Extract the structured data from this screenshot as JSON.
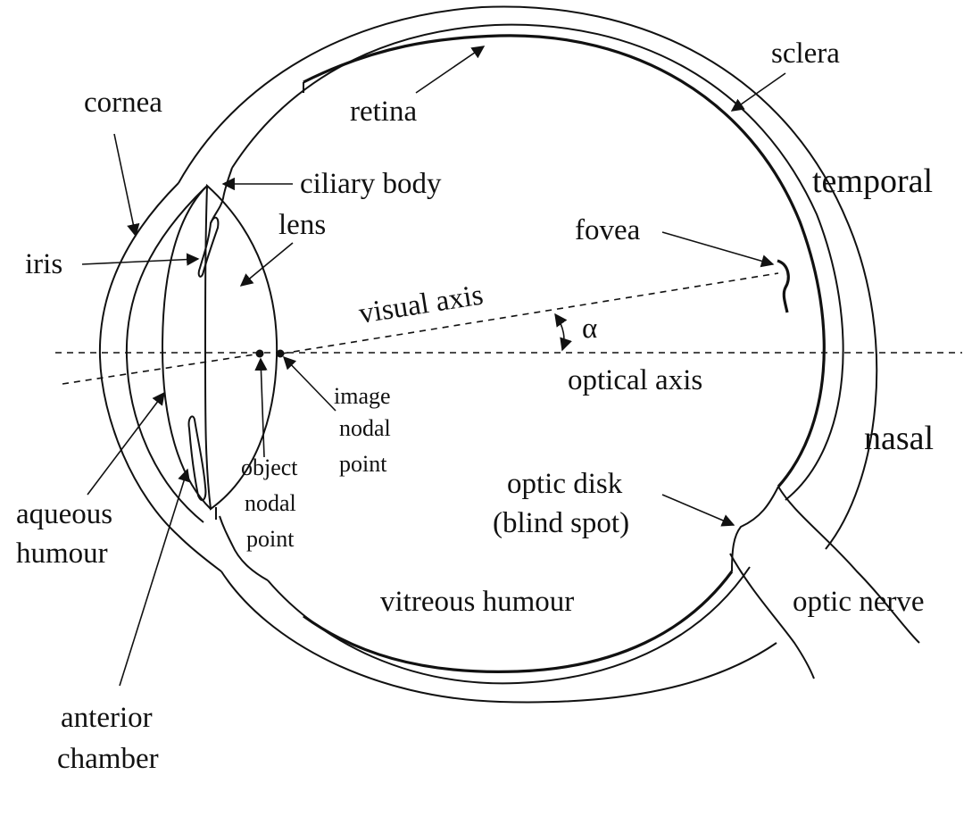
{
  "colors": {
    "ink": "#111111",
    "background": "#ffffff"
  },
  "labels": {
    "sclera": "sclera",
    "cornea": "cornea",
    "retina": "retina",
    "ciliary_body": "ciliary body",
    "temporal": "temporal",
    "lens": "lens",
    "fovea": "fovea",
    "iris": "iris",
    "visual_axis": "visual axis",
    "alpha": "α",
    "optical_axis": "optical axis",
    "image_nodal_point": [
      "image",
      "nodal",
      "point"
    ],
    "object_nodal_point": [
      "object",
      "nodal",
      "point"
    ],
    "nasal": "nasal",
    "aqueous_humour": [
      "aqueous",
      "humour"
    ],
    "optic_disk": [
      "optic disk",
      "(blind spot)"
    ],
    "vitreous_humour": "vitreous humour",
    "optic_nerve": "optic nerve",
    "anterior_chamber": [
      "anterior",
      "chamber"
    ]
  }
}
